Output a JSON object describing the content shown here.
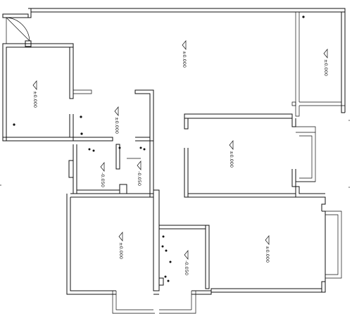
{
  "plan": {
    "colors": {
      "line": "#111111",
      "background": "#ffffff"
    },
    "elevations": [
      {
        "id": "living",
        "text": "±0.000"
      },
      {
        "id": "balcony-ne",
        "text": "±0.000"
      },
      {
        "id": "room-west",
        "text": "±0.000"
      },
      {
        "id": "kitchen",
        "text": "±0.000"
      },
      {
        "id": "bath-1",
        "text": "-0.050"
      },
      {
        "id": "bath-2",
        "text": "-0.050"
      },
      {
        "id": "bedroom-mid",
        "text": "±0.000"
      },
      {
        "id": "bedroom-sw",
        "text": "±0.000"
      },
      {
        "id": "bath-3",
        "text": "-0.050"
      },
      {
        "id": "bedroom-se",
        "text": "±0.000"
      }
    ]
  }
}
